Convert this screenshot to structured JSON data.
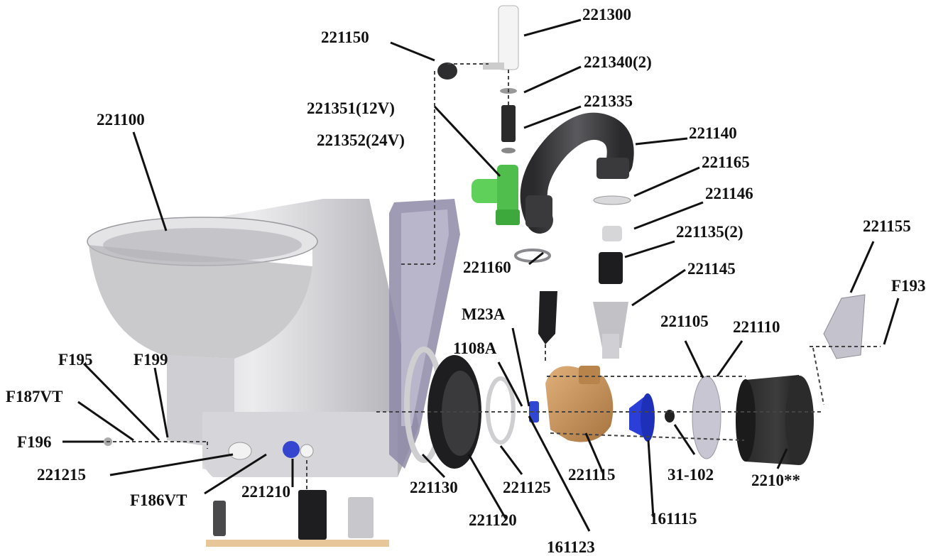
{
  "labels": {
    "p221300": "221300",
    "p221150": "221150",
    "p221340": "221340(2)",
    "p221335": "221335",
    "p221351": "221351(12V)",
    "p221352": "221352(24V)",
    "p221100": "221100",
    "p221140": "221140",
    "p221165": "221165",
    "p221146": "221146",
    "p221135": "221135(2)",
    "p221155": "221155",
    "p221160": "221160",
    "p221145": "221145",
    "pF193": "F193",
    "pM23A": "M23A",
    "p221105": "221105",
    "p221110": "221110",
    "p1108A": "1108A",
    "pF195": "F195",
    "pF199": "F199",
    "pF187VT": "F187VT",
    "pF196": "F196",
    "p221215": "221215",
    "pF186VT": "F186VT",
    "p221210": "221210",
    "p221130": "221130",
    "p221125": "221125",
    "p221115": "221115",
    "p31102": "31-102",
    "p2210": "2210**",
    "p221120": "221120",
    "p161115": "161115",
    "p161123": "161123"
  },
  "colors": {
    "porcelain": "#d8d8dc",
    "bracket": "#8e8aa8",
    "hose": "#3a3a3c",
    "pump_body": "#c8955a",
    "impeller": "#2b3fd8",
    "tee_fitting": "#5fd15a",
    "motor": "#1e1e1e"
  }
}
